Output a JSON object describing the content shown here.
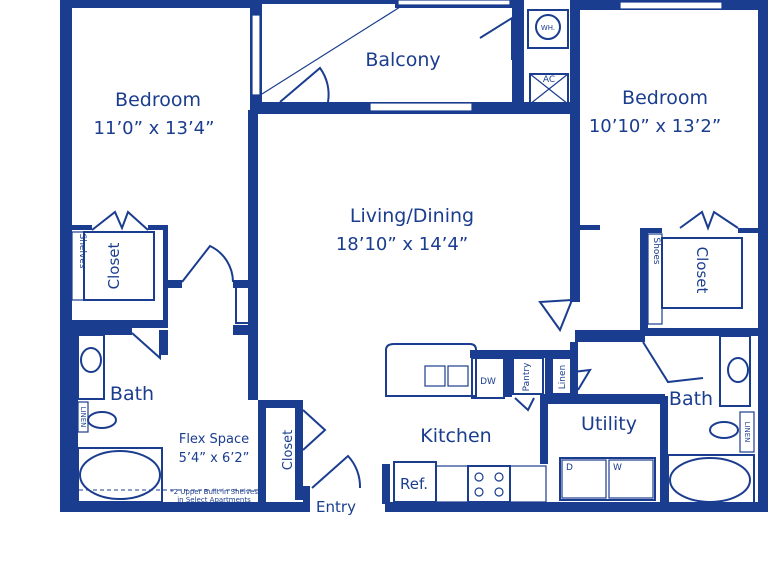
{
  "rooms": {
    "bedroom_left": {
      "name": "Bedroom",
      "dims": "11’0” x 13’4”"
    },
    "bedroom_right": {
      "name": "Bedroom",
      "dims": "10’10” x 13’2”"
    },
    "balcony": {
      "name": "Balcony"
    },
    "living": {
      "name": "Living/Dining",
      "dims": "18’10” x 14’4”"
    },
    "closet_left": {
      "name": "Closet"
    },
    "closet_right": {
      "name": "Closet"
    },
    "closet_flex": {
      "name": "Closet"
    },
    "bath_left": {
      "name": "Bath"
    },
    "bath_right": {
      "name": "Bath"
    },
    "flex": {
      "name": "Flex Space",
      "dims": "5’4” x 6’2”",
      "note_line1": "*2 Upper Built-in Shelves",
      "note_line2": "in Select Apartments"
    },
    "kitchen": {
      "name": "Kitchen"
    },
    "utility": {
      "name": "Utility"
    },
    "entry": {
      "name": "Entry"
    }
  },
  "fixtures": {
    "linen_hall": "Linen",
    "linen_kitchen": "Linen",
    "pantry": "Pantry",
    "shelves": "Shelves",
    "shoes": "Shoes",
    "dw": "DW",
    "ref": "Ref.",
    "water_heater": "WH.",
    "ac": "AC",
    "washer": "W",
    "dryer": "D",
    "linen_bath_left": "LINEN",
    "linen_bath_right": "LINEN"
  },
  "colors": {
    "wall": "#1b3d8f",
    "background": "#ffffff"
  }
}
